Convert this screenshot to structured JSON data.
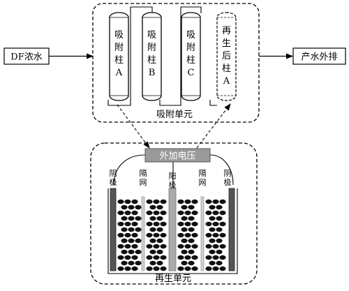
{
  "inputs": {
    "left_box": "DF浓水",
    "right_box": "产水外排"
  },
  "columns": [
    {
      "chars": [
        "吸",
        "附",
        "柱",
        "A"
      ]
    },
    {
      "chars": [
        "吸",
        "附",
        "柱",
        "B"
      ]
    },
    {
      "chars": [
        "吸",
        "附",
        "柱",
        "C"
      ]
    },
    {
      "chars": [
        "再",
        "生",
        "后",
        "柱",
        "A"
      ]
    }
  ],
  "adsorption_unit_label": "吸附单元",
  "regeneration_unit_label": "再生单元",
  "voltage_label": "外加电压",
  "electrodes": [
    {
      "chars": [
        "阴",
        "极"
      ]
    },
    {
      "chars": [
        "隔",
        "网"
      ]
    },
    {
      "chars": [
        "阳",
        "极"
      ]
    },
    {
      "chars": [
        "隔",
        "网"
      ]
    },
    {
      "chars": [
        "阴",
        "极"
      ]
    }
  ],
  "colors": {
    "line": "#000000",
    "voltage_box_fill": "#9a9a9a",
    "cathode": "#555555",
    "anode": "#aaaaaa",
    "mesh": "#d0d0d0"
  }
}
